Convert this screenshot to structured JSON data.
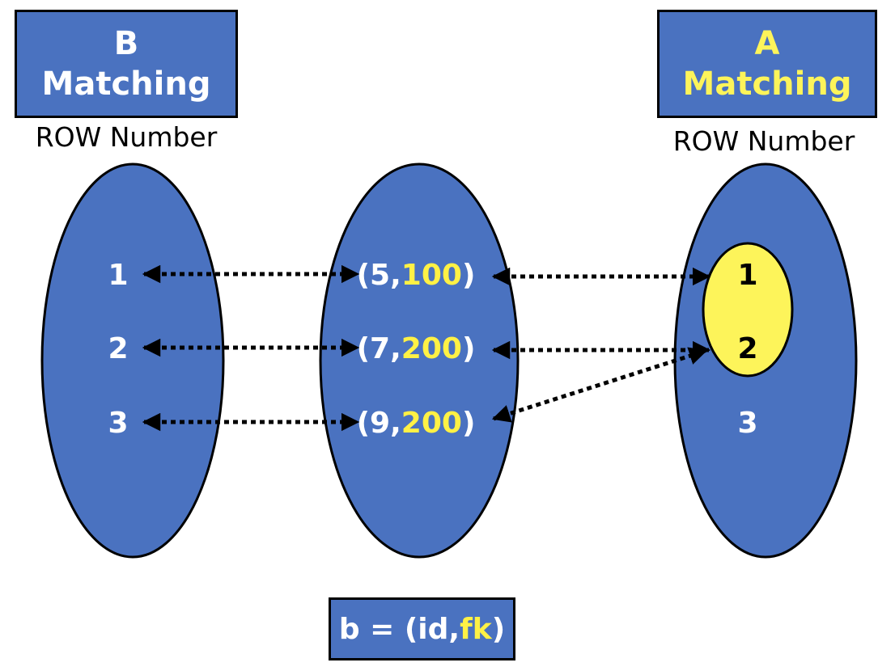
{
  "colors": {
    "ellipse_fill": "#4a72c0",
    "highlight_fill": "#fdf45a",
    "fk_text": "#fff145",
    "white_text": "#ffffff",
    "arrow": "#000000"
  },
  "left_header": {
    "letter": "B",
    "word": "Matching"
  },
  "right_header": {
    "letter": "A",
    "word": "Matching"
  },
  "left_caption": "ROW Number",
  "right_caption": "ROW Number",
  "left_rows": [
    "1",
    "2",
    "3"
  ],
  "right_rows": [
    "1",
    "2",
    "3"
  ],
  "middle_tuples": [
    {
      "open": "(5,",
      "fk": "100",
      "close": ")"
    },
    {
      "open": "(7,",
      "fk": "200",
      "close": ")"
    },
    {
      "open": "(9,",
      "fk": "200",
      "close": ")"
    }
  ],
  "legend": {
    "prefix": "b = (id,",
    "fk": "fk",
    "suffix": ")"
  },
  "arrows": [
    {
      "from": "B row 1",
      "to": "(5,100)"
    },
    {
      "from": "B row 2",
      "to": "(7,200)"
    },
    {
      "from": "B row 3",
      "to": "(9,200)"
    },
    {
      "from": "(5,100)",
      "to": "A row 1"
    },
    {
      "from": "(7,200)",
      "to": "A row 2"
    },
    {
      "from": "(9,200)",
      "to": "A row 2"
    }
  ]
}
